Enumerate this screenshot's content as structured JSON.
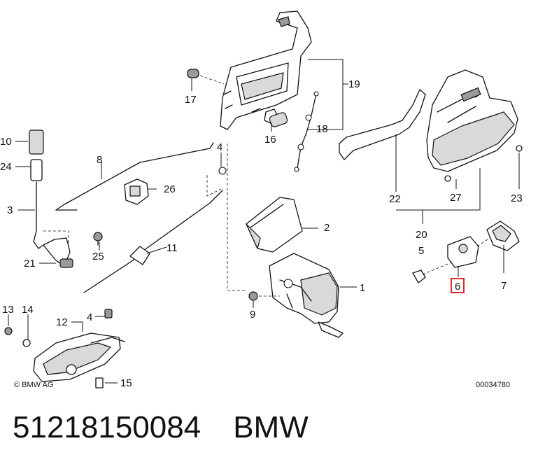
{
  "diagram": {
    "copyright": "© BMW AG",
    "drawing_number": "00034780",
    "highlight_color": "#d92b2b",
    "highlighted_part": "6",
    "callouts": {
      "p1": "1",
      "p2": "2",
      "p3": "3",
      "p4a": "4",
      "p4b": "4",
      "p5": "5",
      "p6": "6",
      "p7": "7",
      "p8": "8",
      "p9": "9",
      "p10": "10",
      "p11": "11",
      "p12": "12",
      "p13": "13",
      "p14": "14",
      "p15": "15",
      "p16": "16",
      "p17": "17",
      "p18": "18",
      "p19": "19",
      "p20": "20",
      "p21": "21",
      "p22": "22",
      "p23": "23",
      "p24": "24",
      "p25": "25",
      "p26": "26",
      "p27": "27"
    }
  },
  "caption": {
    "part_number": "51218150084",
    "brand": "BMW"
  }
}
